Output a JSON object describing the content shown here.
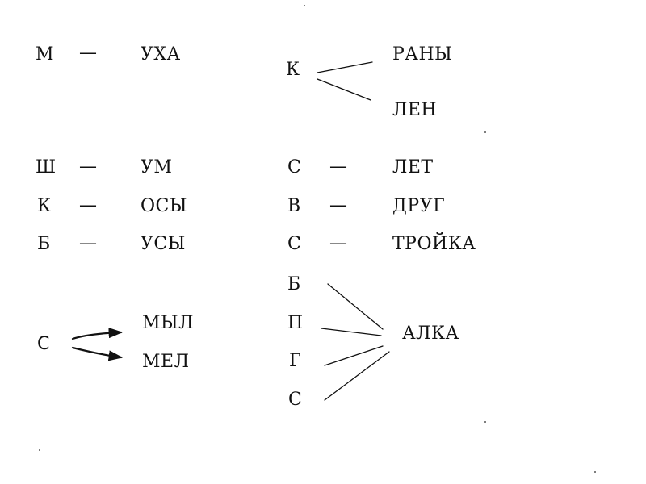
{
  "left_rows": [
    {
      "letter": "М",
      "dash": "—",
      "word": "УХА"
    },
    {
      "letter": "Ш",
      "dash": "—",
      "word": "УМ"
    },
    {
      "letter": "К",
      "dash": "—",
      "word": "ОСЫ"
    },
    {
      "letter": "Б",
      "dash": "—",
      "word": "УСЫ"
    }
  ],
  "left_fork": {
    "letter": "С",
    "words": [
      "МЫЛ",
      "МЕЛ"
    ]
  },
  "right_fork": {
    "letter": "К",
    "words": [
      "РАНЫ",
      "ЛЕН"
    ]
  },
  "right_rows": [
    {
      "letter": "С",
      "dash": "—",
      "word": "ЛЕТ"
    },
    {
      "letter": "В",
      "dash": "—",
      "word": "ДРУГ"
    },
    {
      "letter": "С",
      "dash": "—",
      "word": "ТРОЙКА"
    }
  ],
  "fan": {
    "letters": [
      "Б",
      "П",
      "Г",
      "С"
    ],
    "word": "АЛКА"
  }
}
